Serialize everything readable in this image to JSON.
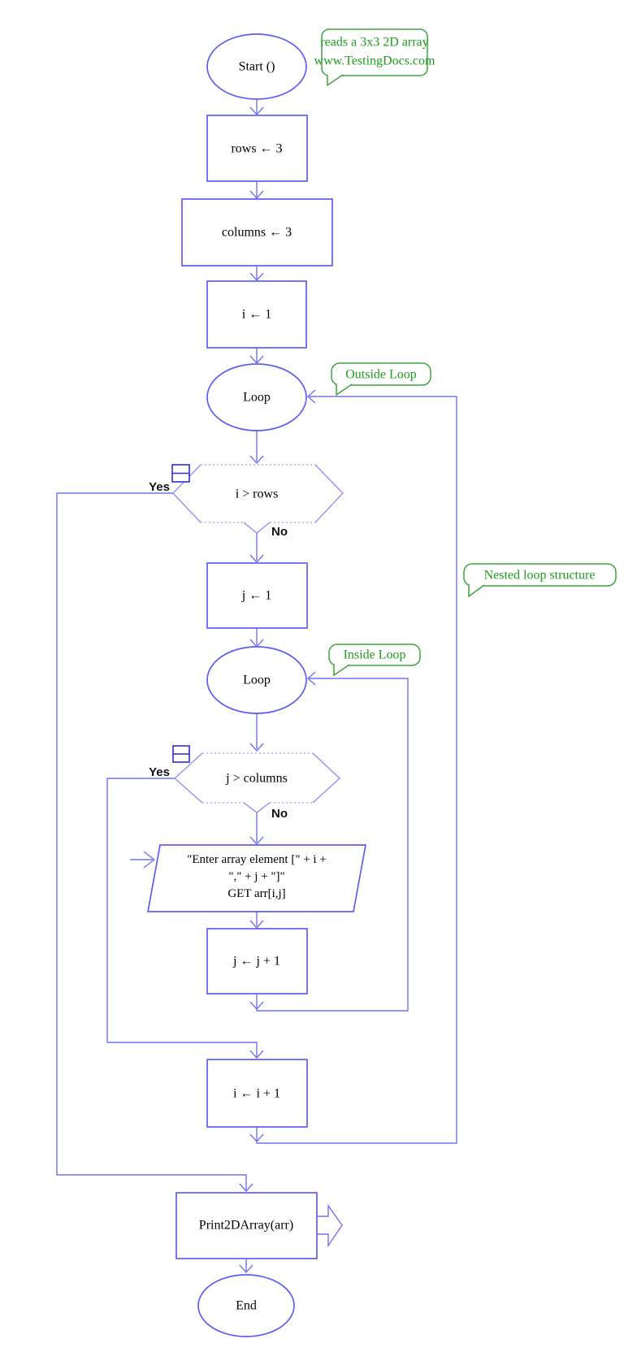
{
  "flowchart": {
    "comments": {
      "header_line1": "reads a 3x3 2D array",
      "header_line2": "www.TestingDocs.com",
      "outside_loop": "Outside Loop",
      "inside_loop": "Inside Loop",
      "nested": "Nested loop structure"
    },
    "nodes": {
      "start": "Start ()",
      "rows_assign": "rows ← 3",
      "columns_assign": "columns ← 3",
      "i_init": "i ← 1",
      "outer_loop": "Loop",
      "outer_condition": "i > rows",
      "j_init": "j ← 1",
      "inner_loop": "Loop",
      "inner_condition": "j > columns",
      "input_line1": "\"Enter array element [\" + i +",
      "input_line2": "\",\" + j + \"]\"",
      "input_line3": "GET arr[i,j]",
      "j_increment": "j ← j + 1",
      "i_increment": "i ← i + 1",
      "print_call": "Print2DArray(arr)",
      "end": "End"
    },
    "branch_labels": {
      "outer_yes": "Yes",
      "outer_no": "No",
      "inner_yes": "Yes",
      "inner_no": "No"
    },
    "colors": {
      "shape_blue": "#5e5ef0",
      "line_blue": "#7272f5",
      "comment_green": "#1f9c1f",
      "comment_border_green": "#3fa43f",
      "icon_blue": "#2d2dcf"
    }
  }
}
